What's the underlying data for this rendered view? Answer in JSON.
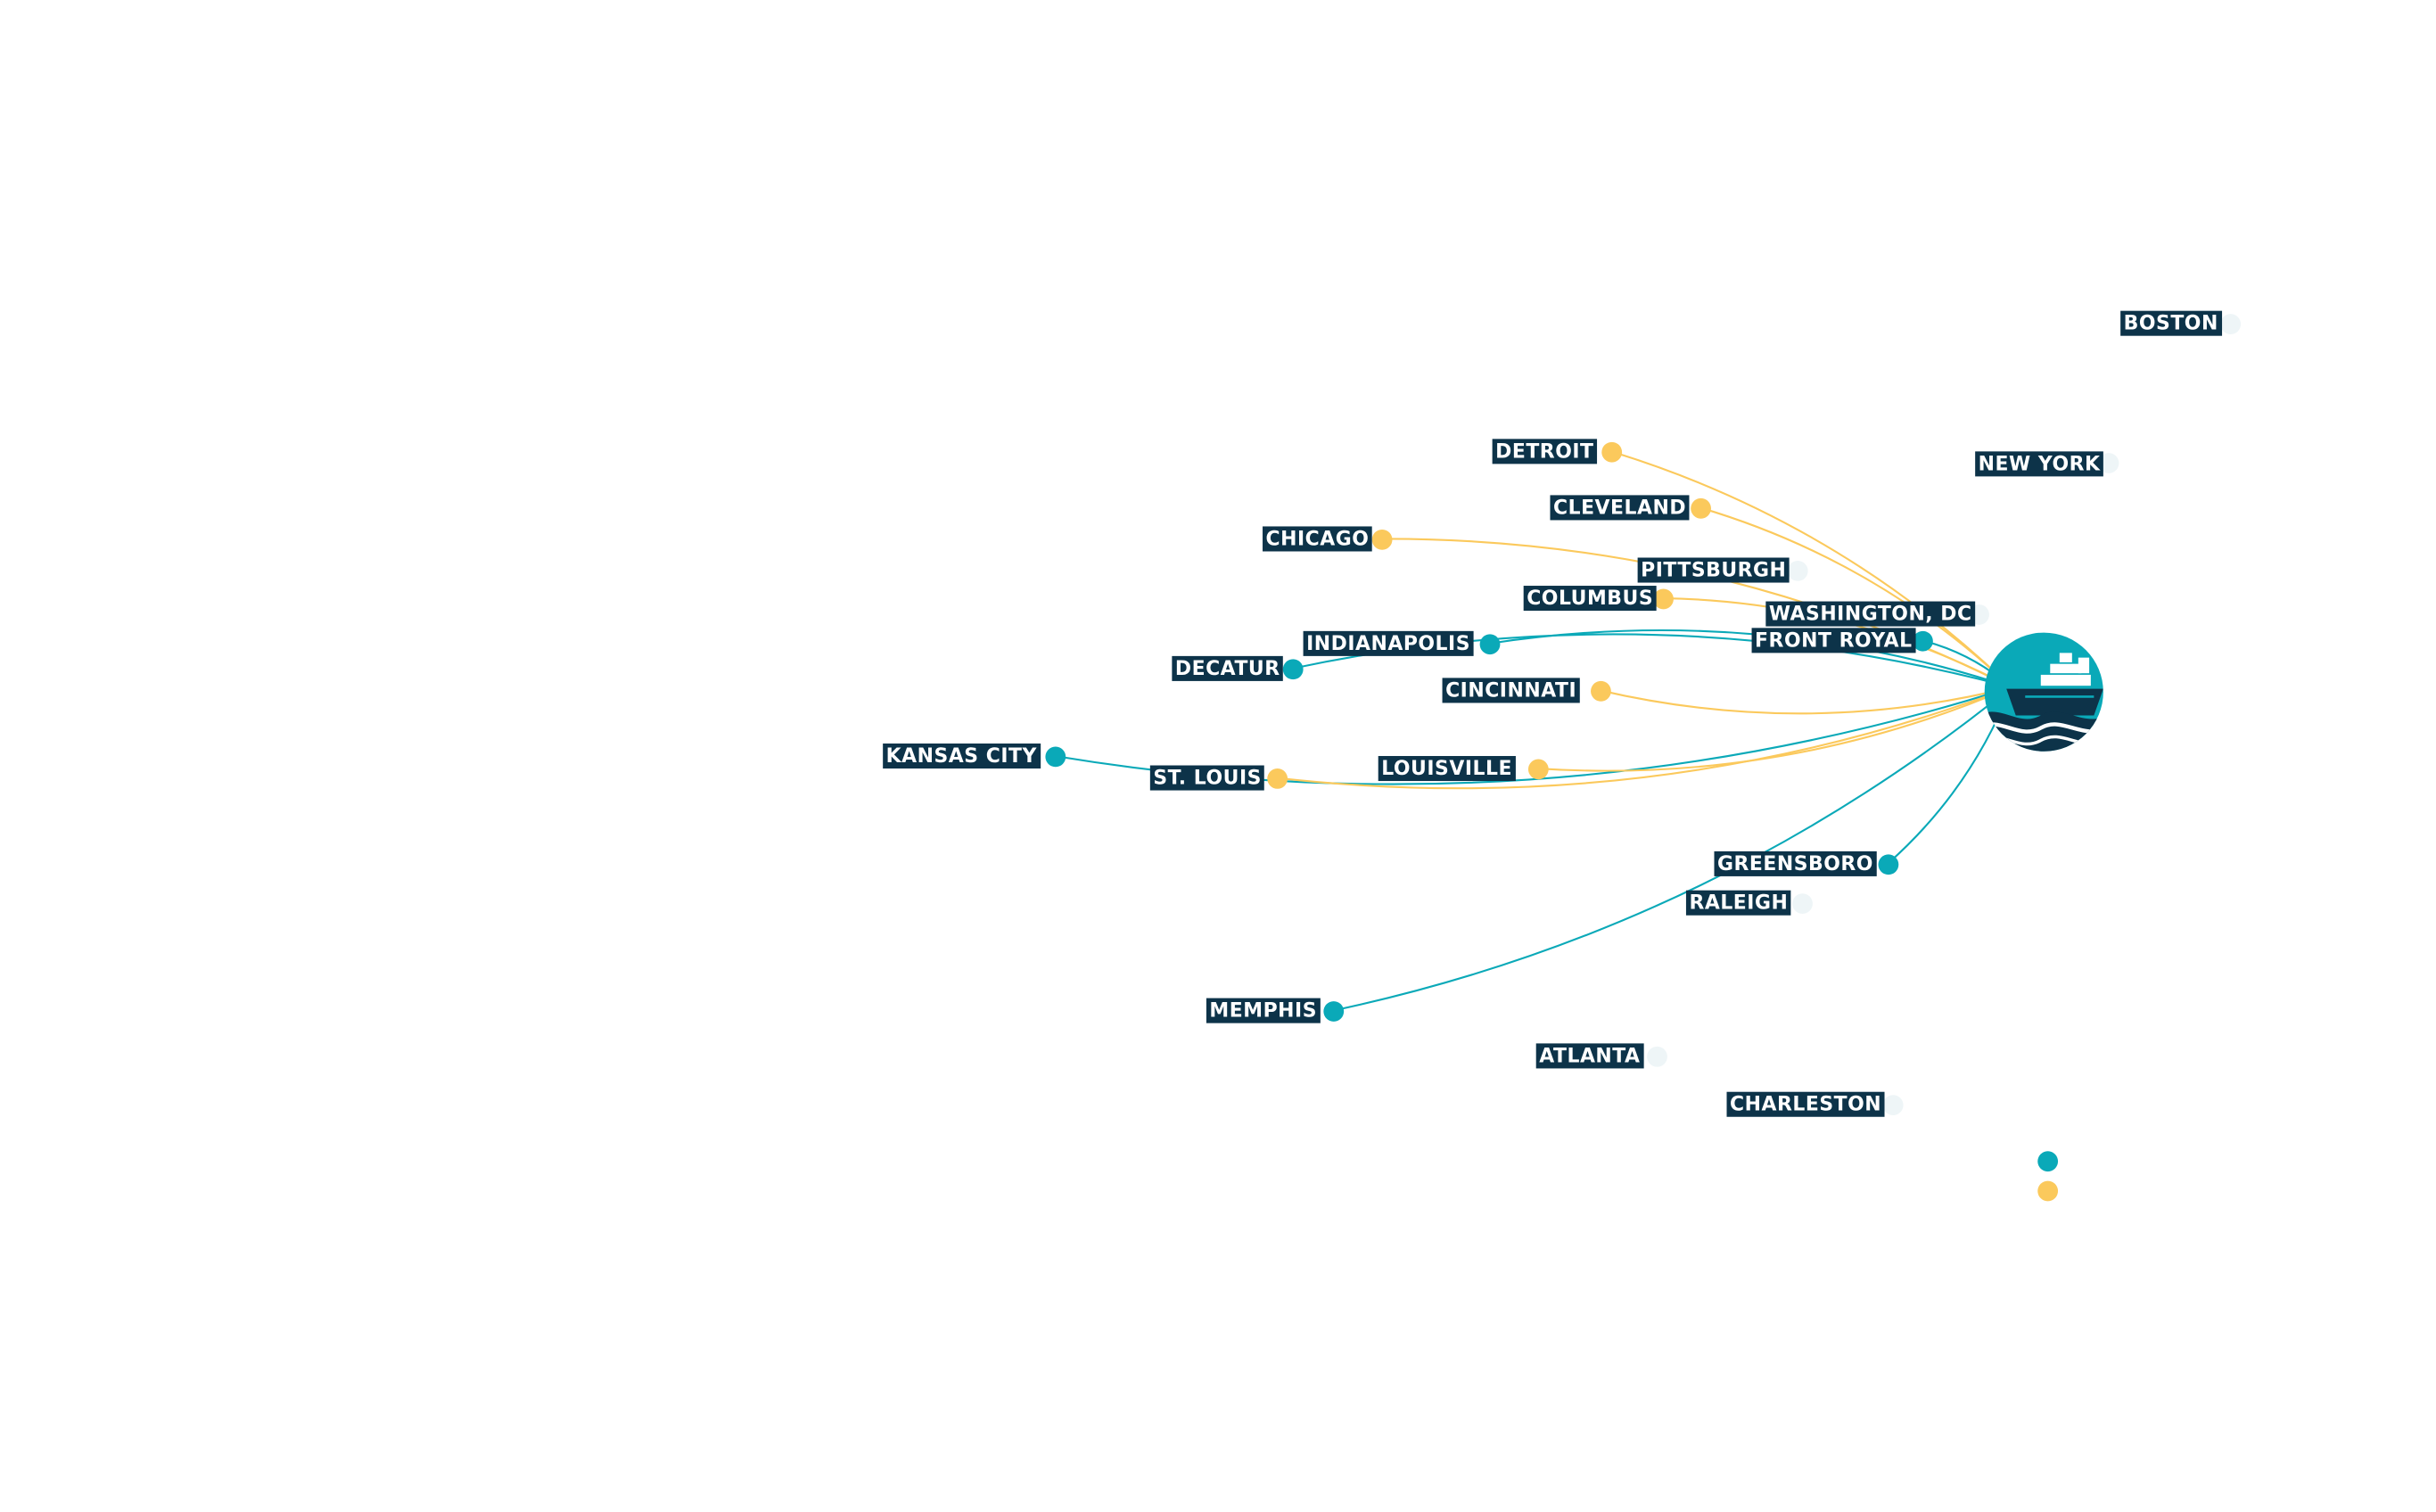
{
  "colors": {
    "teal": "#0aa9b8",
    "gold": "#fbc95c",
    "faint": "#eef5f7",
    "label_bg": "#0d3349",
    "hub_navy": "#0d3349"
  },
  "hub": {
    "icon": "ship-port-icon"
  },
  "cities": [
    {
      "id": "boston",
      "name": "BOSTON",
      "connection": "none"
    },
    {
      "id": "new-york",
      "name": "NEW YORK",
      "connection": "none"
    },
    {
      "id": "detroit",
      "name": "DETROIT",
      "connection": "gold"
    },
    {
      "id": "cleveland",
      "name": "CLEVELAND",
      "connection": "gold"
    },
    {
      "id": "chicago",
      "name": "CHICAGO",
      "connection": "gold"
    },
    {
      "id": "pittsburgh",
      "name": "PITTSBURGH",
      "connection": "none"
    },
    {
      "id": "columbus",
      "name": "COLUMBUS",
      "connection": "gold"
    },
    {
      "id": "washington-dc",
      "name": "WASHINGTON, DC",
      "connection": "none"
    },
    {
      "id": "front-royal",
      "name": "FRONT ROYAL",
      "connection": "teal"
    },
    {
      "id": "indianapolis",
      "name": "INDIANAPOLIS",
      "connection": "teal"
    },
    {
      "id": "decatur",
      "name": "DECATUR",
      "connection": "teal"
    },
    {
      "id": "cincinnati",
      "name": "CINCINNATI",
      "connection": "gold"
    },
    {
      "id": "kansas-city",
      "name": "KANSAS CITY",
      "connection": "teal"
    },
    {
      "id": "st-louis",
      "name": "ST. LOUIS",
      "connection": "gold"
    },
    {
      "id": "louisville",
      "name": "LOUISVILLE",
      "connection": "gold"
    },
    {
      "id": "greensboro",
      "name": "GREENSBORO",
      "connection": "teal"
    },
    {
      "id": "raleigh",
      "name": "RALEIGH",
      "connection": "none"
    },
    {
      "id": "memphis",
      "name": "MEMPHIS",
      "connection": "teal"
    },
    {
      "id": "atlanta",
      "name": "ATLANTA",
      "connection": "none"
    },
    {
      "id": "charleston",
      "name": "CHARLESTON",
      "connection": "none"
    }
  ],
  "legend": [
    {
      "id": "teal",
      "color": "#0aa9b8"
    },
    {
      "id": "gold",
      "color": "#fbc95c"
    }
  ]
}
